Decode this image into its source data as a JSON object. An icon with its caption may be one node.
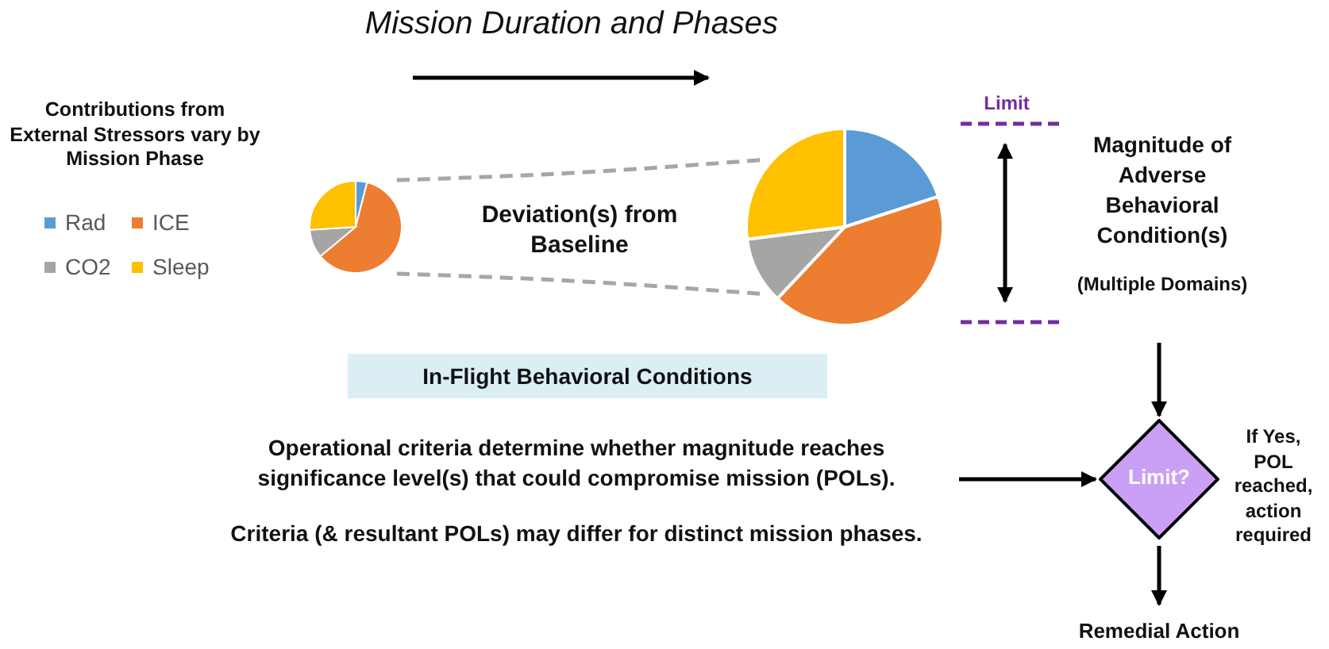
{
  "diagram": {
    "title": "Mission Duration and Phases",
    "nodes": [
      {
        "text": [],
        "shape": "circle"
      },
      {
        "text": [],
        "shape": "circle"
      },
      {
        "text": [
          "Magnitude of Adverse Behavioral Condition(s)",
          "(Multiple Domains)"
        ]
      },
      {
        "text": [
          "In-Flight Behavioral Conditions"
        ]
      },
      {
        "text": [
          "Operational criteria determine whether magnitude reaches significance level(s) that could compromise mission (POLs).",
          "Criteria (& resultant POLs) may differ for distinct mission phases."
        ]
      },
      {
        "text": [
          "Limit?"
        ],
        "beside": [
          "If Yes, POL reached, action required"
        ]
      },
      {
        "text": [
          "Remedial Action"
        ]
      }
    ],
    "edges": [
      {
        "from": 0,
        "to": 1,
        "arrow": "none",
        "style": "dashed",
        "color": "#a6a6a6"
      },
      {
        "from": 0,
        "to": 1,
        "arrow": "none",
        "style": "dashed",
        "color": "#a6a6a6"
      },
      {
        "from": 2,
        "to": 5,
        "arrow": "to"
      },
      {
        "from": 4,
        "to": 5,
        "arrow": "to"
      },
      {
        "from": 5,
        "to": 6,
        "arrow": "to"
      }
    ],
    "labels": [
      "Contributions from External Stressors vary by Mission Phase",
      "Deviation(s) from Baseline",
      "Limit"
    ],
    "legend": [
      {
        "text": "Rad",
        "color": "#5b9bd5"
      },
      {
        "text": "ICE",
        "color": "#ed7d31"
      },
      {
        "text": "CO2",
        "color": "#a5a5a5"
      },
      {
        "text": "Sleep",
        "color": "#ffc000"
      }
    ]
  }
}
